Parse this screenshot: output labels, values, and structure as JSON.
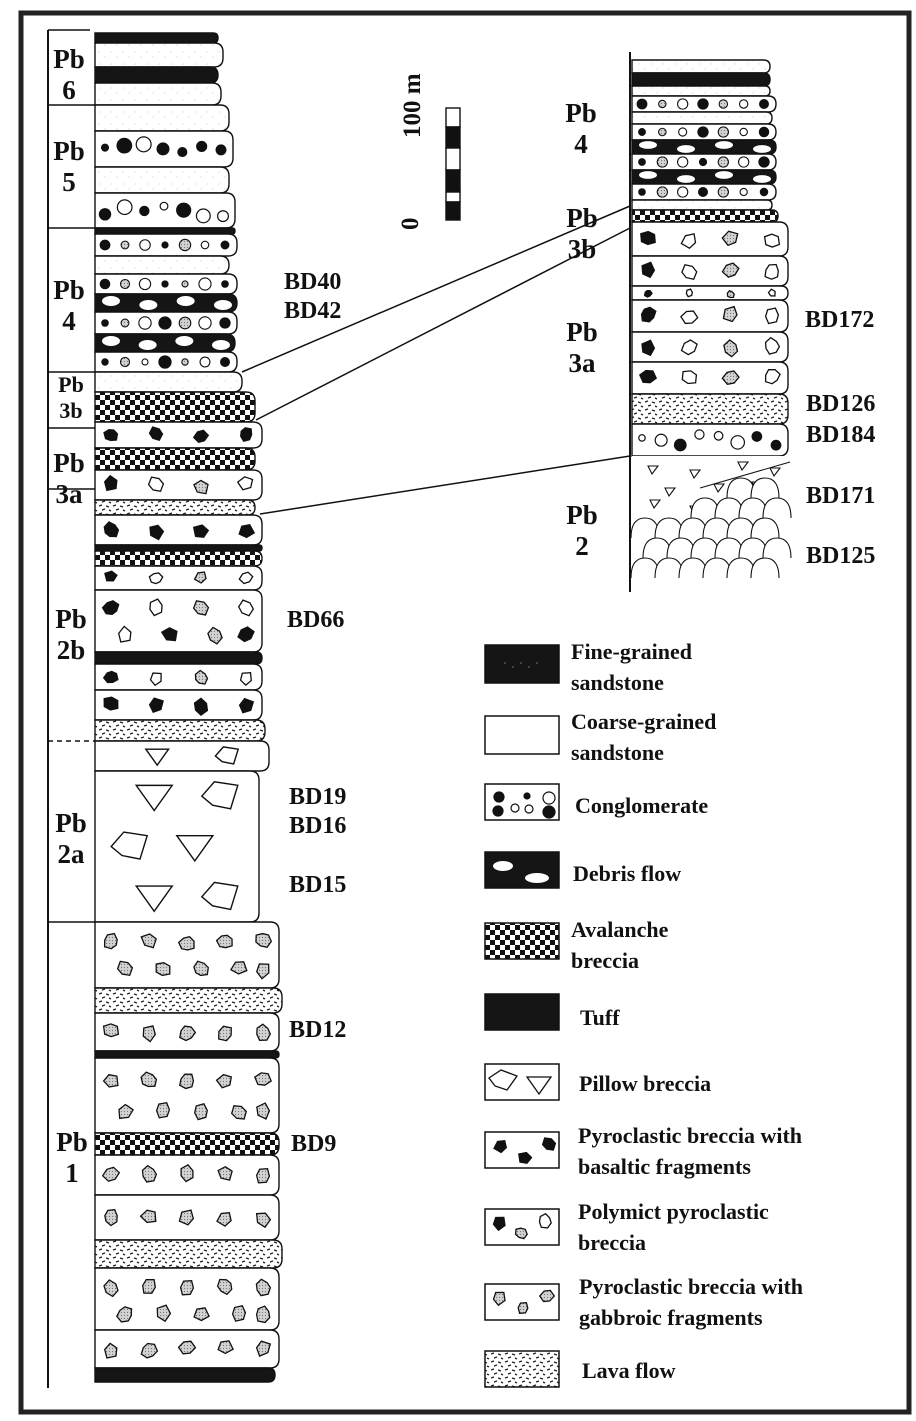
{
  "scale": {
    "top_label": "100 m",
    "bottom_label": "0"
  },
  "left_column": {
    "units": [
      {
        "lines": [
          "Pb",
          "6"
        ]
      },
      {
        "lines": [
          "Pb",
          "5"
        ]
      },
      {
        "lines": [
          "Pb",
          "4"
        ]
      },
      {
        "lines": [
          "Pb",
          "3b"
        ]
      },
      {
        "lines": [
          "Pb",
          "3a"
        ]
      },
      {
        "lines": [
          "Pb",
          "2b"
        ]
      },
      {
        "lines": [
          "Pb",
          "2a"
        ]
      },
      {
        "lines": [
          "Pb",
          "1"
        ]
      }
    ],
    "samples": [
      "BD40",
      "BD42",
      "BD66",
      "BD19",
      "BD16",
      "BD15",
      "BD12",
      "BD9"
    ]
  },
  "right_column": {
    "units": [
      {
        "lines": [
          "Pb",
          "4"
        ]
      },
      {
        "lines": [
          "Pb",
          "3b"
        ]
      },
      {
        "lines": [
          "Pb",
          "3a"
        ]
      },
      {
        "lines": [
          "Pb",
          "2"
        ]
      }
    ],
    "samples": [
      "BD172",
      "BD126",
      "BD184",
      "BD171",
      "BD125"
    ]
  },
  "legend": [
    {
      "key": "fine",
      "lines": [
        "Fine-grained",
        "sandstone"
      ]
    },
    {
      "key": "coarse",
      "lines": [
        "Coarse-grained",
        "sandstone"
      ]
    },
    {
      "key": "conglomerate",
      "lines": [
        "Conglomerate"
      ]
    },
    {
      "key": "debris",
      "lines": [
        "Debris flow"
      ]
    },
    {
      "key": "avalanche",
      "lines": [
        "Avalanche",
        "breccia"
      ]
    },
    {
      "key": "tuff",
      "lines": [
        "Tuff"
      ]
    },
    {
      "key": "pillow",
      "lines": [
        "Pillow breccia"
      ]
    },
    {
      "key": "basaltic",
      "lines": [
        "Pyroclastic breccia with",
        "basaltic fragments"
      ]
    },
    {
      "key": "polymict",
      "lines": [
        "Polymict pyroclastic",
        "breccia"
      ]
    },
    {
      "key": "gabbroic",
      "lines": [
        "Pyroclastic breccia with",
        "gabbroic fragments"
      ]
    },
    {
      "key": "lava",
      "lines": [
        "Lava flow"
      ]
    }
  ]
}
